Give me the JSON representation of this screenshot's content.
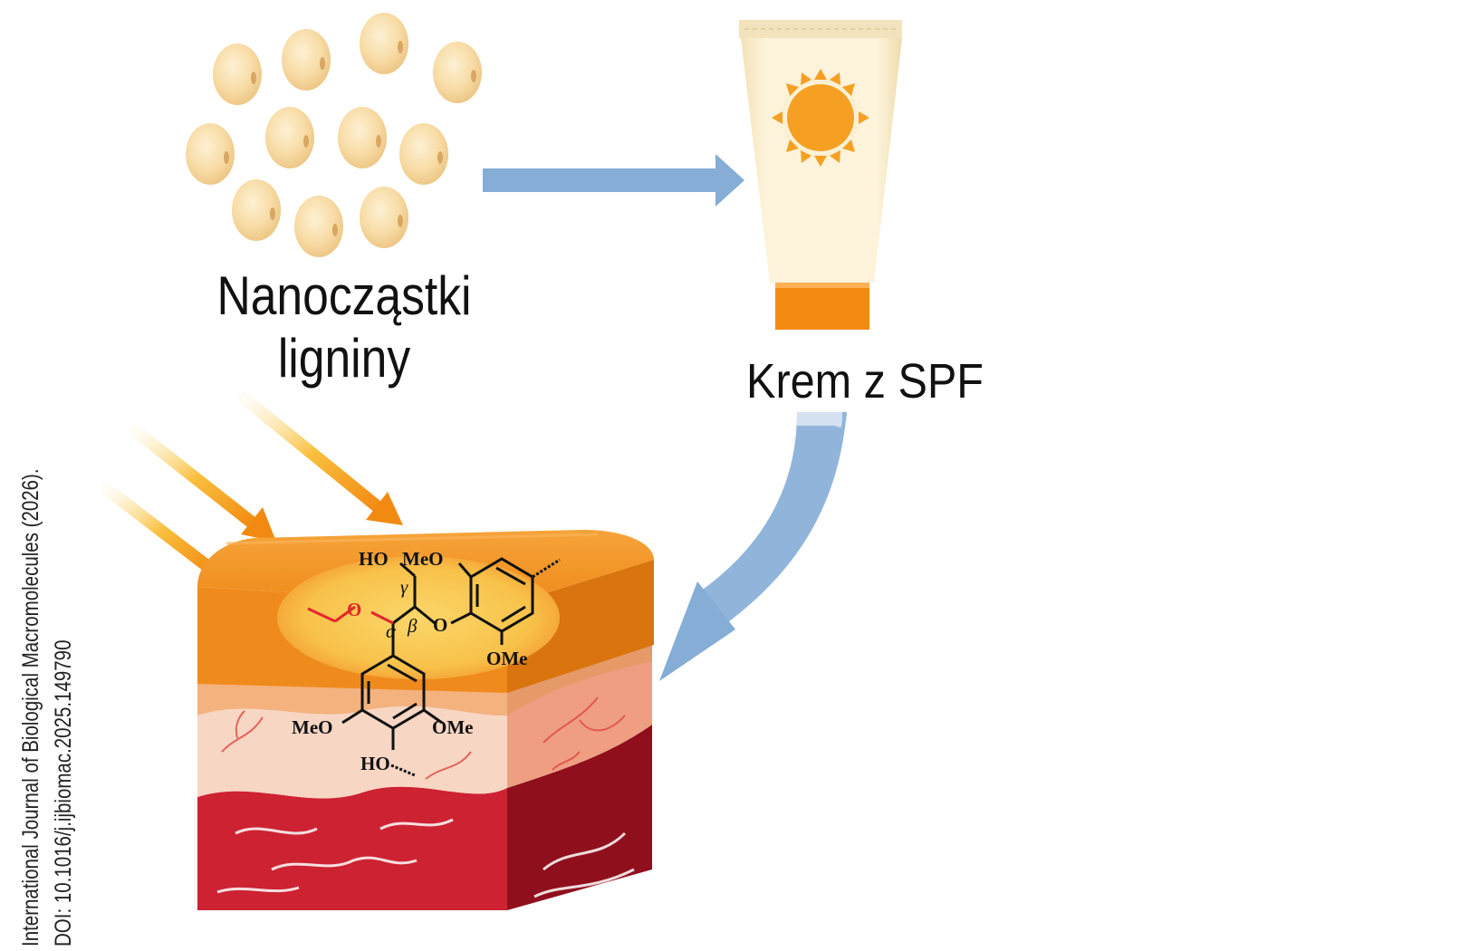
{
  "nanoparticles_label": {
    "line1": "Nanocząstki",
    "line2": "ligniny"
  },
  "sunscreen_label": "Krem z SPF",
  "credit": {
    "line1": "International Journal of Biological Macromolecules (2026).",
    "line2": "DOI: 10.1016/j.ijbiomac.2025.149790"
  },
  "structure_labels": {
    "ho_top": "HO",
    "meo_top": "MeO",
    "gamma": "γ",
    "alpha": "α",
    "beta": "β",
    "o_beta": "O",
    "o_alpha": "O",
    "ome_right": "OMe",
    "meo_left": "MeO",
    "ome_bottom": "OMe",
    "ho_bottom": "HO"
  },
  "colors": {
    "nanoparticle": "#f8dca6",
    "arrow_blue": "#85add6",
    "tube": "#fbf0d2",
    "tube_cap": "#f58a12",
    "sun": "#f6a023",
    "skin_top": "#f29a2c",
    "skin_dermis": "#f7d5c2",
    "skin_red": "#c91f2e",
    "ray": "#f6a21e",
    "ether_red": "#e5262b"
  }
}
